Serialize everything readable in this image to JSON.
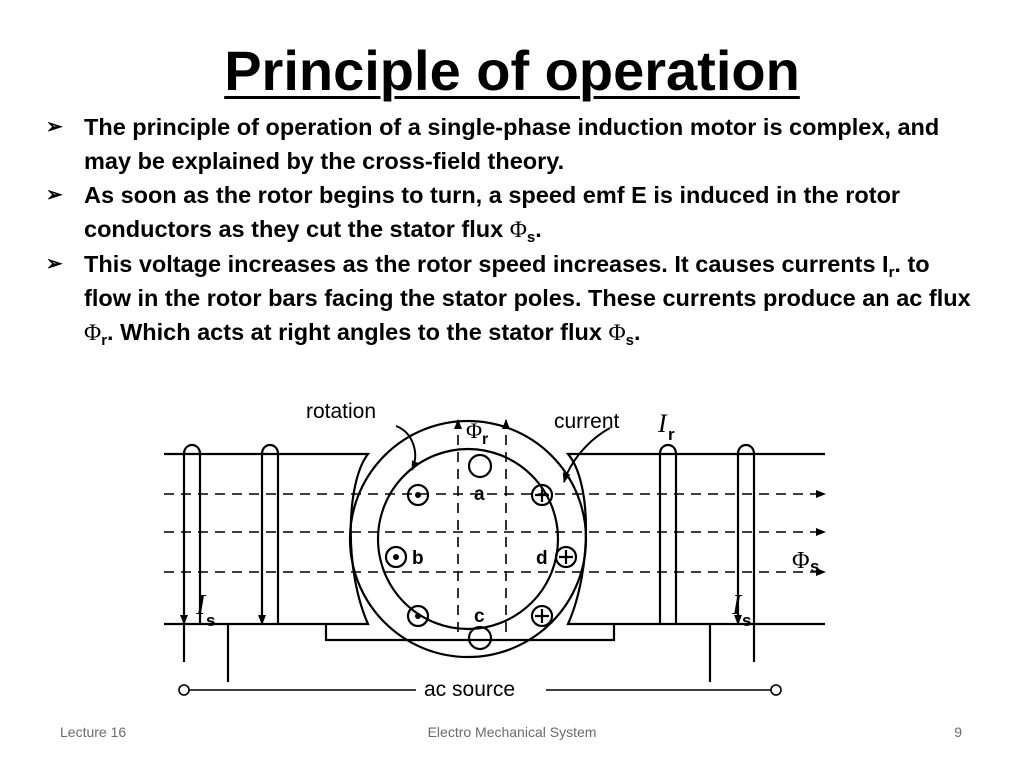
{
  "title": "Principle of operation",
  "bullets": [
    {
      "marker": "➢",
      "text": "The principle of operation of a single-phase induction motor is complex, and may be explained by the cross-field theory."
    },
    {
      "marker": "➢",
      "text": "As soon as the rotor begins to turn, a speed emf E is induced in the rotor conductors as they cut the stator flux ",
      "symbol": "Φ",
      "sub": "s",
      "after": "."
    },
    {
      "marker": "➢",
      "text_1": "This voltage increases as the rotor speed increases. It causes currents I",
      "sub_1": "r",
      "text_2": ". to flow in the rotor bars facing the stator poles. These currents produce an ac flux ",
      "symbol_2": "Φ",
      "sub_2": "r",
      "text_3": ". Which acts at right angles to the stator flux ",
      "symbol_3": "Φ",
      "sub_3": "s",
      "text_4": "."
    }
  ],
  "diagram": {
    "label_rotation": "rotation",
    "label_phi_r": "Φ",
    "label_phi_r_sub": "r",
    "label_current": "current",
    "label_current_I": "I",
    "label_current_sub": "r",
    "label_phi_s": "Φ",
    "label_phi_s_sub": "s",
    "label_is_left": "I",
    "label_is_left_sub": "s",
    "label_is_right": "I",
    "label_is_right_sub": "s",
    "label_a": "a",
    "label_b": "b",
    "label_c": "c",
    "label_d": "d",
    "label_ac_source": "ac source"
  },
  "footer": {
    "left": "Lecture 16",
    "center": "Electro Mechanical System",
    "right": "9"
  }
}
